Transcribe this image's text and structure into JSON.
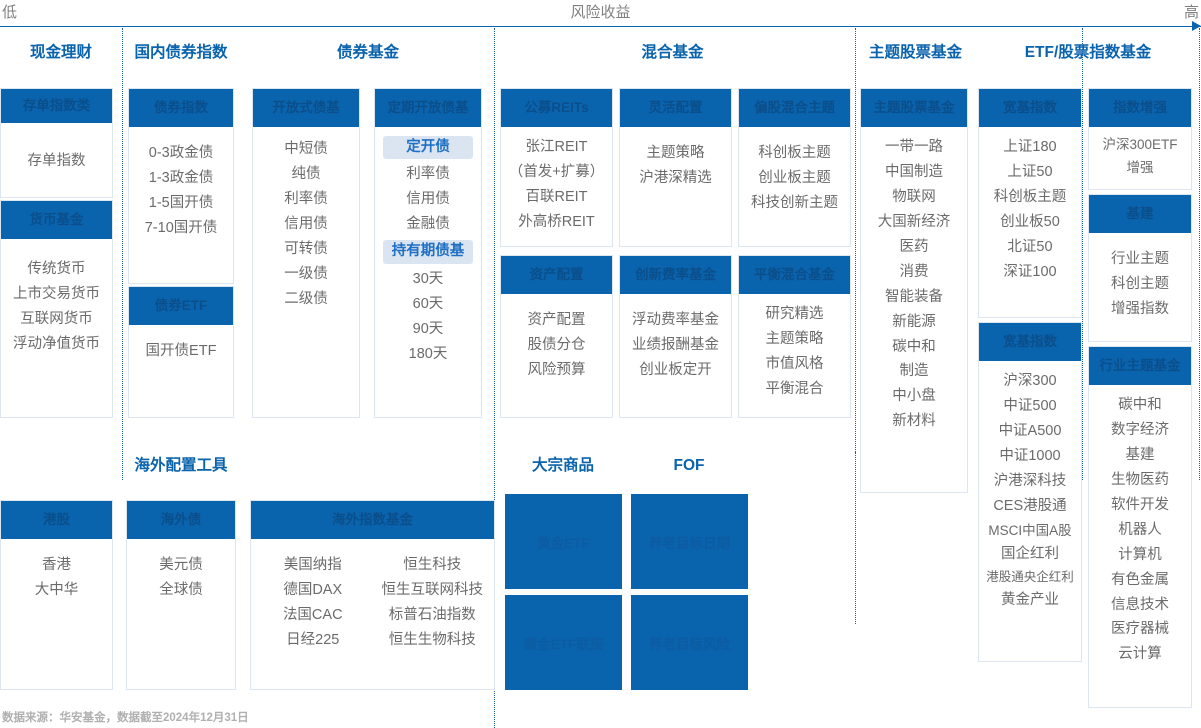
{
  "axis": {
    "low_label": "低",
    "title": "风险收益",
    "high_label": "高"
  },
  "colors": {
    "brand_blue": "#0a63ad",
    "header_text": "#0a4f8c",
    "item_text": "#6b6b6b",
    "sub_header_bg": "#dbe5f1",
    "sub_header_text": "#1f6fc4",
    "card_border": "#dce6f1",
    "divider": "#1f5fa0",
    "footer_text": "#b0b0b0"
  },
  "groups": [
    {
      "id": "cash",
      "title": "现金理财"
    },
    {
      "id": "bondindex",
      "title": "国内债券指数"
    },
    {
      "id": "bondfund",
      "title": "债券基金"
    },
    {
      "id": "mixfund",
      "title": "混合基金"
    },
    {
      "id": "themestock",
      "title": "主题股票基金"
    },
    {
      "id": "etfindex",
      "title": "ETF/股票指数基金"
    },
    {
      "id": "overseas",
      "title": "海外配置工具"
    },
    {
      "id": "commodity",
      "title": "大宗商品"
    },
    {
      "id": "fof",
      "title": "FOF"
    }
  ],
  "cards": {
    "cash_deposit": {
      "header": "存单指数类",
      "items": [
        "存单指数"
      ]
    },
    "cash_money": {
      "header": "货币基金",
      "items": [
        "传统货币",
        "上市交易货币",
        "互联网货币",
        "浮动净值货币"
      ]
    },
    "bondindex_idx": {
      "header": "债券指数",
      "items": [
        "0-3政金债",
        "1-3政金债",
        "1-5国开债",
        "7-10国开债"
      ]
    },
    "bondindex_etf": {
      "header": "债券ETF",
      "items": [
        "国开债ETF"
      ]
    },
    "bondfund_open": {
      "header": "开放式债基",
      "items": [
        "中短债",
        "纯债",
        "利率债",
        "信用债",
        "可转债",
        "一级债",
        "二级债"
      ]
    },
    "bondfund_fixed": {
      "header": "定期开放债基",
      "items": [
        "定开债",
        "利率债",
        "信用债",
        "金融债",
        "持有期债基",
        "30天",
        "60天",
        "90天",
        "180天"
      ],
      "sub_indexes": [
        0,
        4
      ]
    },
    "mix_reit": {
      "header": "公募REITs",
      "items": [
        "张江REIT",
        "（首发+扩募）",
        "百联REIT",
        "外高桥REIT"
      ]
    },
    "mix_flexible": {
      "header": "灵活配置",
      "items": [
        "主题策略",
        "沪港深精选"
      ]
    },
    "mix_theme": {
      "header": "偏股混合主题",
      "items": [
        "科创板主题",
        "创业板主题",
        "科技创新主题"
      ]
    },
    "mix_alloc": {
      "header": "资产配置",
      "items": [
        "资产配置",
        "股债分仓",
        "风险预算"
      ]
    },
    "mix_fee": {
      "header": "创新费率基金",
      "items": [
        "浮动费率基金",
        "业绩报酬基金",
        "创业板定开"
      ]
    },
    "mix_balance": {
      "header": "平衡混合基金",
      "items": [
        "研究精选",
        "主题策略",
        "市值风格",
        "平衡混合"
      ]
    },
    "theme_stock": {
      "header": "主题股票基金",
      "items": [
        "一带一路",
        "中国制造",
        "物联网",
        "大国新经济",
        "医药",
        "消费",
        "智能装备",
        "新能源",
        "碳中和",
        "制造",
        "中小盘",
        "新材料"
      ]
    },
    "etf_broad1": {
      "header": "宽基指数",
      "items": [
        "上证180",
        "上证50",
        "科创板主题",
        "创业板50",
        "北证50",
        "深证100"
      ]
    },
    "etf_broad2": {
      "header": "宽基指数",
      "items": [
        "沪深300",
        "中证500",
        "中证A500",
        "中证1000",
        "沪港深科技",
        "CES港股通",
        "MSCI中国A股",
        "国企红利",
        "港股通央企红利",
        "黄金产业"
      ]
    },
    "idx_enhance": {
      "header": "指数增强",
      "items": [
        "沪深300ETF",
        "增强"
      ]
    },
    "idx_theme": {
      "header": "基建",
      "items": [
        "行业主题",
        "科创主题",
        "增强指数"
      ]
    },
    "idx_industry": {
      "header": "行业主题基金",
      "items": [
        "碳中和",
        "数字经济",
        "基建",
        "生物医药",
        "软件开发",
        "机器人",
        "计算机",
        "有色金属",
        "信息技术",
        "医疗器械",
        "云计算"
      ]
    },
    "os_hk": {
      "header": "港股",
      "items": [
        "香港",
        "大中华"
      ]
    },
    "os_bond": {
      "header": "海外债",
      "items": [
        "美元债",
        "全球债"
      ]
    },
    "os_index": {
      "header": "海外指数基金",
      "col1": [
        "美国纳指",
        "德国DAX",
        "法国CAC",
        "日经225"
      ],
      "col2": [
        "恒生科技",
        "恒生互联网科技",
        "标普石油指数",
        "恒生生物科技"
      ]
    },
    "commodity_1": {
      "label": "黄金ETF"
    },
    "commodity_2": {
      "label": "黄金ETF联接"
    },
    "fof_1": {
      "label": "养老目标日期"
    },
    "fof_2": {
      "label": "养老目标风险"
    }
  },
  "footer": {
    "text": "数据来源：华安基金，数据截至2024年12月31日"
  }
}
